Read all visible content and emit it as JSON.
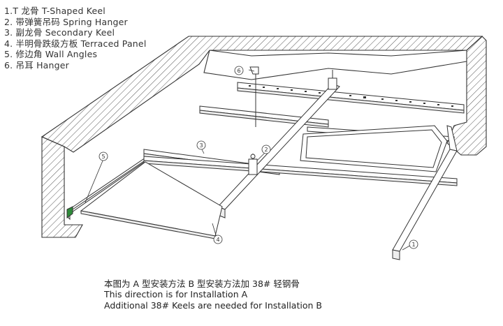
{
  "legend": [
    "1.T 龙骨 T-Shaped Keel",
    "2. 带弹簧吊码 Spring Hanger",
    "3. 副龙骨 Secondary Keel",
    "4. 半明骨跌级方板 Terraced Panel",
    "5. 修边角 Wall Angles",
    "6. 吊耳 Hanger"
  ],
  "callouts": [
    "1",
    "2",
    "3",
    "4",
    "5",
    "6"
  ],
  "notes": {
    "cn": "本图为 A 型安装方法 B 型安装方法加 38# 轻钢骨",
    "en1": "This direction is for Installation A",
    "en2": "Additional 38# Keels are needed for Installation B"
  },
  "colors": {
    "line": "#333333",
    "hatch": "#555555",
    "angle_accent": "#2e8b3a",
    "background": "#ffffff"
  }
}
